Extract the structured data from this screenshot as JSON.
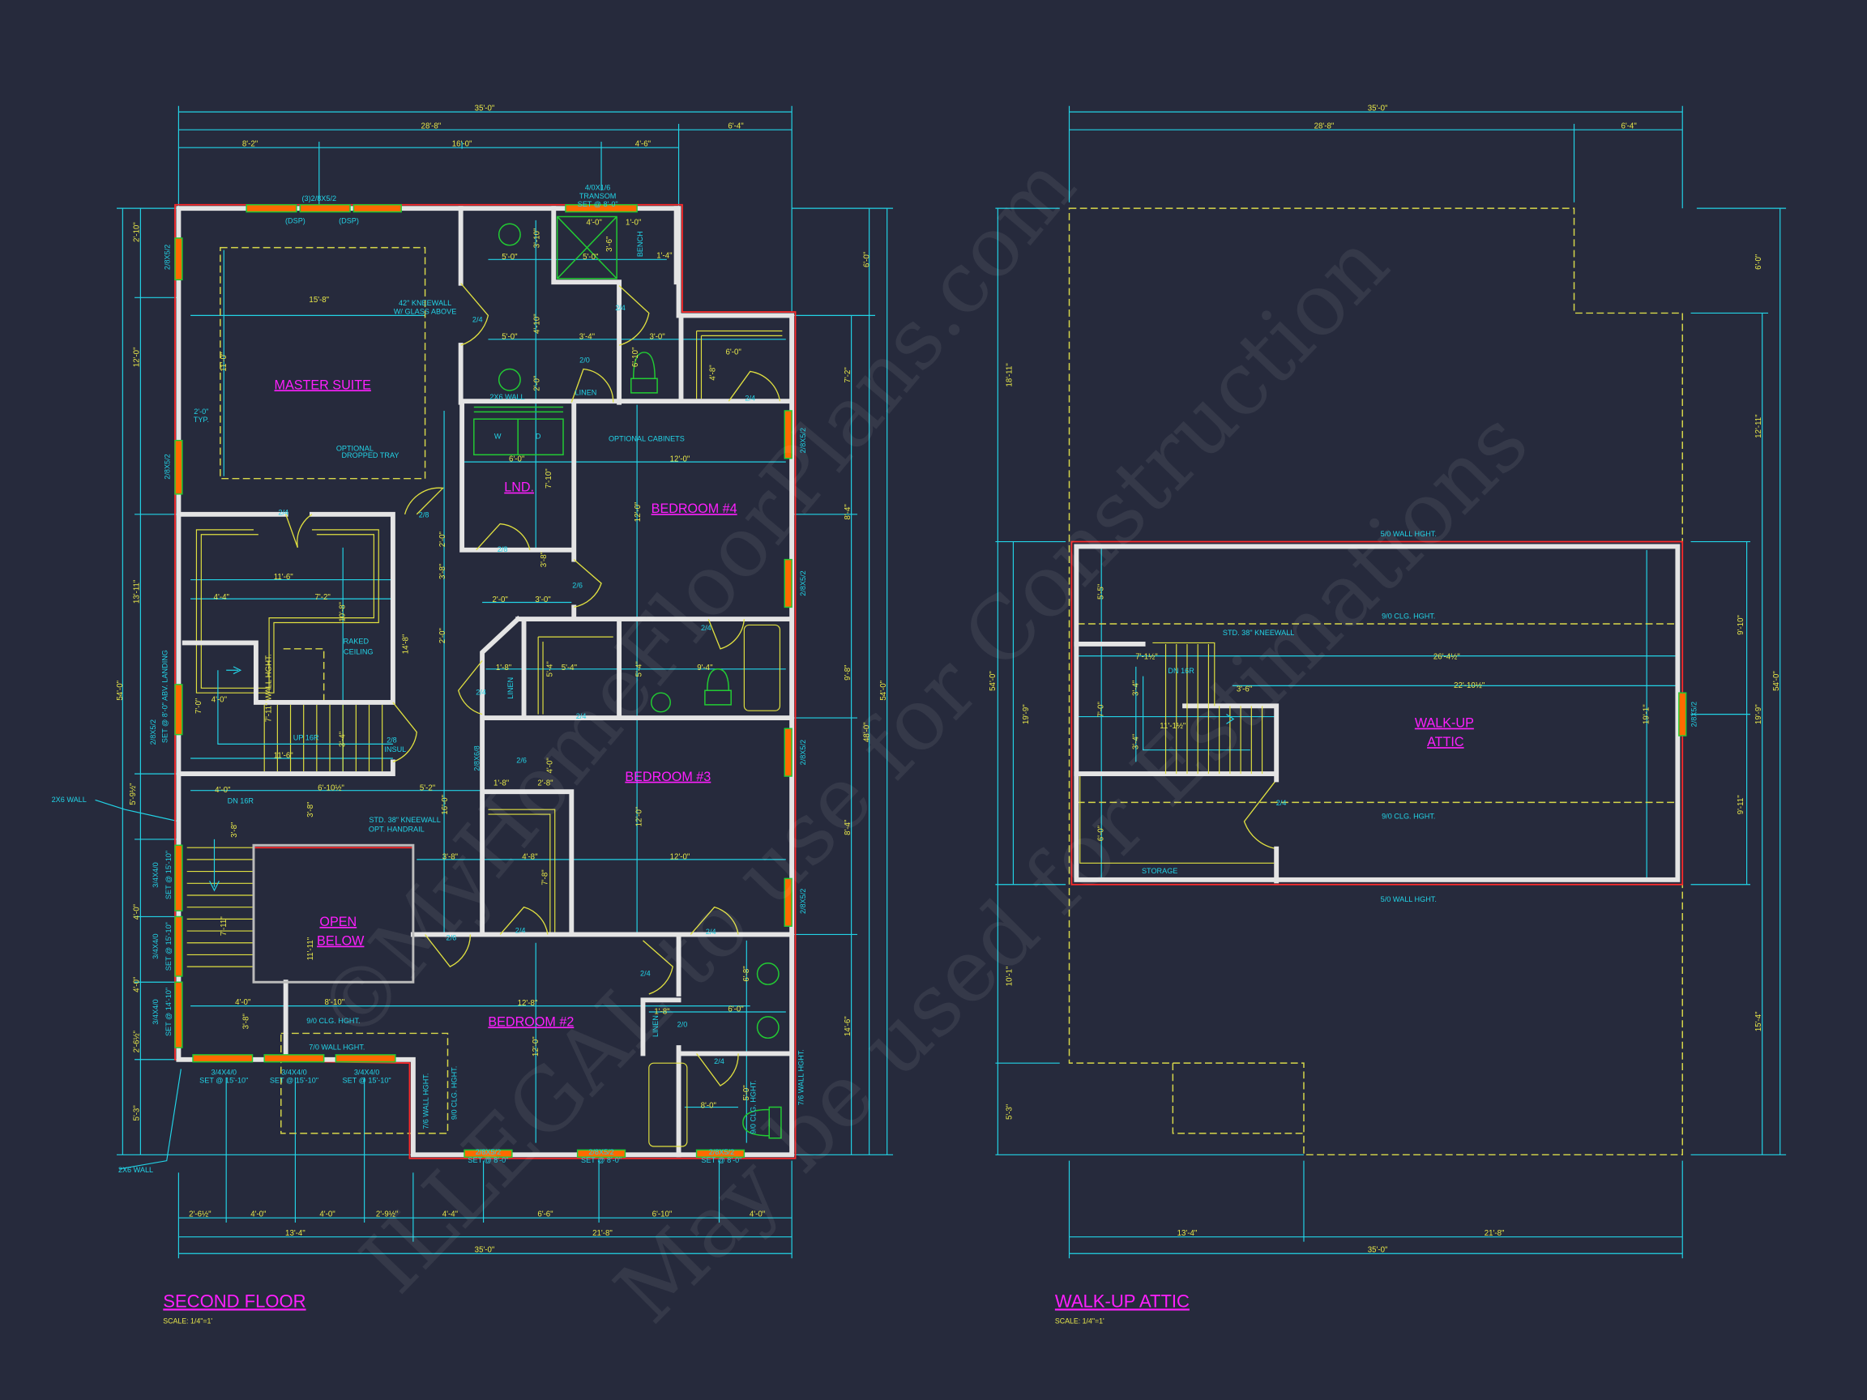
{
  "colors": {
    "background": "#262a3c",
    "dimension": "#22d3e6",
    "dim_text": "#e8e84a",
    "room_label": "#ff1fff",
    "wall": "#e4e4e4",
    "exterior_outline": "#ff2a2a",
    "fixture": "#22cc33",
    "window": "#ff6a00"
  },
  "watermark": [
    "©MyHomeFloorPlans.com",
    "ILLEGAL to use for Construction",
    "May be used for Estimations"
  ],
  "second_floor": {
    "title": "SECOND FLOOR",
    "scale": "SCALE: 1/4\"=1'",
    "rooms": [
      "MASTER SUITE",
      "LND.",
      "BEDROOM #4",
      "BEDROOM #3",
      "OPEN",
      "BELOW",
      "BEDROOM #2"
    ],
    "dims": [
      "35'-0\"",
      "28'-8\"",
      "6'-4\"",
      "8'-2\"",
      "16'-0\"",
      "4'-6\"",
      "2'-6½\"",
      "4'-0\"",
      "4'-0\"",
      "2'-9½\"",
      "4'-4\"",
      "6'-6\"",
      "6'-10\"",
      "4'-0\"",
      "13'-4\"",
      "21'-8\"",
      "35'-0\"",
      "2'-10\"",
      "12'-0\"",
      "13'-11\"",
      "54'-0\"",
      "5'-9½\"",
      "4'-0\"",
      "4'-0\"",
      "2'-6½\"",
      "5'-3\"",
      "6'-0\"",
      "7'-2\"",
      "8'-4\"",
      "9'-8\"",
      "48'-0\"",
      "54'-0\"",
      "8'-4\"",
      "14'-6\"",
      "5'-0\"",
      "4'-0\"",
      "1'-0\"",
      "3'-6\"",
      "5'-0\"",
      "1'-4\"",
      "3'-10\"",
      "15'-8\"",
      "4'-10\"",
      "5'-0\"",
      "3'-4\"",
      "3'-0\"",
      "6'-0\"",
      "4'-8\"",
      "6'-10\"",
      "2'-0\"",
      "11'-0\"",
      "6'-0\"",
      "12'-0\"",
      "7'-10\"",
      "12'-0\"",
      "11'-6\"",
      "4'-4\"",
      "7'-2\"",
      "10'-8\"",
      "2'-0\"",
      "3'-8\"",
      "3'-8\"",
      "2'-0\"",
      "3'-0\"",
      "2'-0\"",
      "14'-8\"",
      "7'-11\" WALL HGHT.",
      "4'-0\"",
      "7'-0\"",
      "11'-6\"",
      "3'-4\"",
      "1'-8\"",
      "5'-4\"",
      "5'-4\"",
      "5'-4\"",
      "9'-4\"",
      "4'-0\"",
      "1'-8\"",
      "2'-8\"",
      "4'-0\"",
      "6'-10½\"",
      "5'-2\"",
      "16'-0\"",
      "3'-8\"",
      "3'-8\"",
      "3'-8\"",
      "4'-8\"",
      "12'-0\"",
      "7'-8\"",
      "12'-0\"",
      "7'-11\"",
      "11'-11\"",
      "4'-0\"",
      "8'-10\"",
      "3'-8\"",
      "12'-8\"",
      "12'-0\"",
      "6'-8\"",
      "6'-0\"",
      "1'-8\"",
      "5'-0\"",
      "8'-0\""
    ],
    "windows": [
      "(3)2/8X5/2",
      "(DSP)",
      "(DSP)",
      "4/0X1/6",
      "TRANSOM",
      "SET @ 8'-0\"",
      "2/8X5/2",
      "2/8X5/2",
      "2/8X5/2",
      "SET @ 8'-0\" ABV. LANDING",
      "2/8X5/2",
      "2/8X5/2",
      "2/8X5/2",
      "2/8X5/2",
      "3/4X4/0",
      "SET @ 15'-10\"",
      "3/4X4/0",
      "SET @ 15'-10\"",
      "3/4X4/0",
      "SET @ 14'-10\"",
      "3/4X4/0",
      "SET @ 15'-10\"",
      "3/4X4/0",
      "SET @ 15'-10\"",
      "3/4X4/0",
      "SET @ 15'-10\"",
      "2/8X5/2",
      "SET @ 8'-0\"",
      "2/8X5/2",
      "SET @ 8'-0\"",
      "2/8X5/2",
      "SET @ 8'-0\""
    ],
    "notes": [
      "42\" KNEEWALL",
      "W/ GLASS ABOVE",
      "OPTIONAL CABINETS",
      "OPTIONAL",
      "DROPPED TRAY",
      "2'-0\"",
      "TYP.",
      "RAKED",
      "CEILING",
      "UP 16R",
      "DN 16R",
      "STD. 38\" KNEEWALL",
      "OPT. HANDRAIL",
      "9/0 CLG. HGHT.",
      "7/0 WALL HGHT.",
      "2X6 WALL",
      "2X6 WALL",
      "LINEN",
      "LINEN",
      "LINEN",
      "BENCH",
      "2X6 WALL",
      "W",
      "D",
      "INSUL",
      "7/6 WALL HGHT.",
      "9/0 CLG. HGHT.",
      "9/0 CLG. HGHT.",
      "7/6 WALL HGHT."
    ],
    "doors": [
      "2/4",
      "2/8",
      "2/4",
      "2/4",
      "2/0",
      "2/4",
      "2/8",
      "2/6",
      "2/4",
      "2/4",
      "2/4",
      "2/6",
      "2/8X6/8",
      "2/8",
      "2/4",
      "2/6",
      "2/4",
      "2/4",
      "2/0",
      "2/4"
    ]
  },
  "attic": {
    "title": "WALK-UP ATTIC",
    "scale": "SCALE: 1/4\"=1'",
    "rooms": [
      "WALK-UP",
      "ATTIC"
    ],
    "dims": [
      "35'-0\"",
      "28'-8\"",
      "6'-4\"",
      "13'-4\"",
      "21'-8\"",
      "35'-0\"",
      "18'-11\"",
      "54'-0\"",
      "19'-9\"",
      "10'-1\"",
      "5'-3\"",
      "6'-0\"",
      "12'-11\"",
      "9'-10\"",
      "54'-0\"",
      "19'-9\"",
      "9'-11\"",
      "15'-4\"",
      "26'-4½\"",
      "7'-1½\"",
      "3'-6\"",
      "22'-10½\"",
      "11'-1½\"",
      "19'-1\"",
      "5'-5\"",
      "3'-4\"",
      "7'-0\"",
      "3'-4\"",
      "6'-0\""
    ],
    "notes": [
      "5/0 WALL HGHT.",
      "9/0 CLG. HGHT.",
      "STD. 38\" KNEEWALL",
      "DN 16R",
      "2/8X5/2",
      "2/4",
      "9/0 CLG. HGHT.",
      "STORAGE",
      "5/0 WALL HGHT."
    ]
  }
}
